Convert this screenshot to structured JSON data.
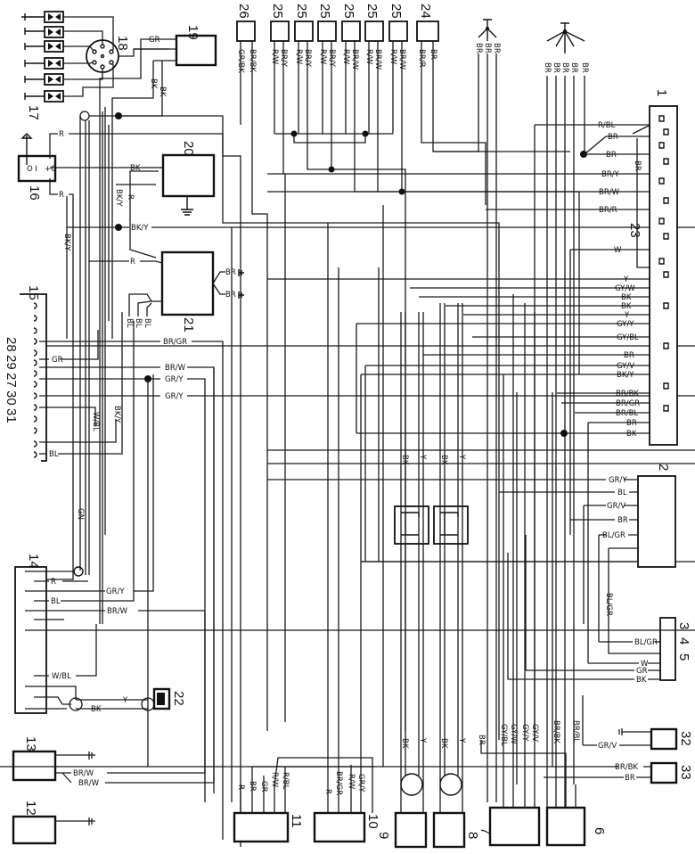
{
  "diagram": {
    "type": "wiring-diagram",
    "components": {
      "c1": "1",
      "c2": "2",
      "c3": "3",
      "c4": "4",
      "c5": "5",
      "c6": "6",
      "c7": "7",
      "c8": "8",
      "c9": "9",
      "c10": "10",
      "c11": "11",
      "c12": "12",
      "c13": "13",
      "c14": "14",
      "c15": "15",
      "c16": "16",
      "c17": "17",
      "c18": "18",
      "c19": "19",
      "c20": "20",
      "c21": "21",
      "c22": "22",
      "c23": "23",
      "c24": "24",
      "c25": "25",
      "c26": "26",
      "c27": "27",
      "c28": "28",
      "c29": "29",
      "c30": "30",
      "c31": "31",
      "c32": "32",
      "c33": "33"
    },
    "top_connectors": [
      {
        "id": "26",
        "wires": [
          "GR/BK",
          "BR/BK"
        ]
      },
      {
        "id": "25",
        "wires": [
          "R/W",
          "BR/Y"
        ]
      },
      {
        "id": "25",
        "wires": [
          "R/W",
          "BR/Y"
        ]
      },
      {
        "id": "25",
        "wires": [
          "R/W",
          "BR/Y"
        ]
      },
      {
        "id": "25",
        "wires": [
          "R/W",
          "BR/W"
        ]
      },
      {
        "id": "25",
        "wires": [
          "R/W",
          "BR/W"
        ]
      },
      {
        "id": "25",
        "wires": [
          "R/W",
          "BR/W"
        ]
      },
      {
        "id": "24",
        "wires": [
          "BR/R",
          "BR"
        ]
      }
    ],
    "ground_groups": {
      "left": [
        "BR",
        "BR",
        "BR"
      ],
      "right": [
        "BR",
        "BR",
        "BR",
        "BR",
        "BR"
      ]
    },
    "connector1_wires": [
      "R/BL",
      "BR",
      "BR",
      "BR/Y",
      "BR/W",
      "BR/R",
      "W",
      "Y",
      "GY/W",
      "BK",
      "BK",
      "Y",
      "GY/Y",
      "GY/BL",
      "BR",
      "GY/V",
      "BK/Y",
      "BR/BK",
      "BR/GR",
      "BR/BL",
      "BR",
      "BK"
    ],
    "connector1_side_label": "BR",
    "connector2_wires": [
      "GR/Y",
      "BL",
      "GR/V",
      "BR",
      "BL/GR"
    ],
    "connector345_wires": [
      "BL/GR",
      "W",
      "GR",
      "BK"
    ],
    "vertical_bl_gr": "BL/GR",
    "comp19_wires": [
      "GR",
      "BK",
      "BK"
    ],
    "comp16_wires": [
      "R",
      "R"
    ],
    "comp20_wires": [
      "BK",
      "R",
      "BK/Y"
    ],
    "bky_left": "BK/Y",
    "comp21_wires": [
      "R",
      "BR",
      "BR",
      "BL",
      "BL",
      "BL"
    ],
    "mid_wires": [
      "BR/GR",
      "BR/W",
      "GR/Y",
      "GR/Y",
      "BK/Y",
      "W/BL"
    ],
    "comp15_wires": [
      "GR",
      "BL"
    ],
    "comp14_wires": [
      "R",
      "GR/Y",
      "BL",
      "BR/W",
      "W/BL"
    ],
    "gn": "GN",
    "comp22_wires": [
      "Y",
      "BK"
    ],
    "comp13_wires": [
      "BR/W",
      "BR/W"
    ],
    "comp11_wires": [
      "R",
      "BR",
      "GR",
      "R/W",
      "R/BL"
    ],
    "comp10_wires": [
      "R",
      "BR/GR",
      "R/W",
      "GR/Y"
    ],
    "relay_wires": [
      "BK",
      "Y",
      "BK",
      "Y"
    ],
    "comp7_wires": [
      "BR",
      "GY/BL",
      "GY/W",
      "GY/Y",
      "GY/V"
    ],
    "comp6_wires": [
      "BR/BK",
      "BR/BL"
    ],
    "comp32_wire": "GR/V",
    "comp33_wires": [
      "BR/BK",
      "BR"
    ]
  }
}
